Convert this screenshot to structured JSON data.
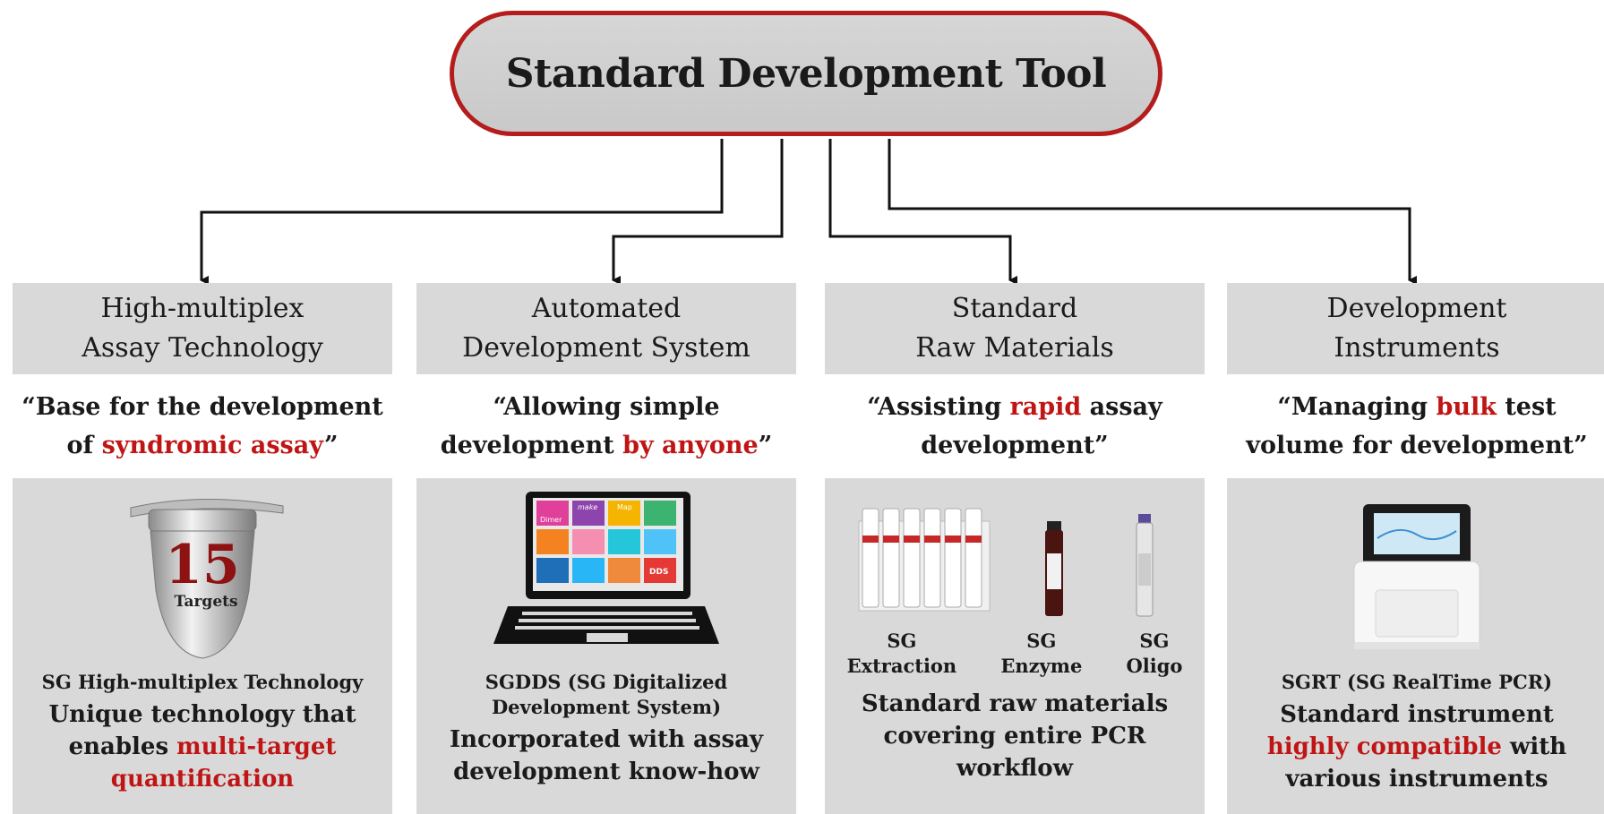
{
  "root": {
    "title": "Standard Development Tool"
  },
  "columns": [
    {
      "header": [
        "High-multiplex",
        "Assay Technology"
      ],
      "quote": {
        "l1a": "“Base for the development",
        "l2a": "of ",
        "l2b": "syndromic assay",
        "l2c": "”"
      },
      "image": {
        "number": "15",
        "caption": "Targets"
      },
      "product": [
        "SG High-multiplex Technology"
      ],
      "desc": {
        "l1": "Unique technology that",
        "l2a": "enables ",
        "l2b": "multi-target",
        "l3": "quantification"
      }
    },
    {
      "header": [
        "Automated",
        "Development System"
      ],
      "quote": {
        "l1a": "“Allowing simple",
        "l2a": "development ",
        "l2b": "by anyone",
        "l2c": "”"
      },
      "image": {
        "apps": [
          "Dimer",
          "make",
          "Map",
          "",
          "",
          "",
          "",
          "",
          "",
          "",
          "",
          "DDS"
        ]
      },
      "product": [
        "SGDDS (SG Digitalized",
        "Development System)"
      ],
      "desc": {
        "l1": "Incorporated with assay",
        "l2": "development know-how"
      }
    },
    {
      "header": [
        "Standard",
        "Raw Materials"
      ],
      "quote": {
        "l1a": "“Assisting ",
        "l1b": "rapid",
        "l1c": " assay",
        "l2": "development”"
      },
      "sublabels": [
        {
          "top": "SG",
          "bottom": "Extraction"
        },
        {
          "top": "SG",
          "bottom": "Enzyme"
        },
        {
          "top": "SG",
          "bottom": "Oligo"
        }
      ],
      "desc": {
        "l1": "Standard raw materials",
        "l2": "covering entire PCR",
        "l3": "workflow"
      }
    },
    {
      "header": [
        "Development",
        "Instruments"
      ],
      "quote": {
        "l1a": "“Managing ",
        "l1b": "bulk",
        "l1c": " test",
        "l2": "volume for development”"
      },
      "product": [
        "SGRT (SG RealTime PCR)"
      ],
      "desc": {
        "l1": "Standard instrument",
        "l2a": "highly compatible",
        "l2b": " with",
        "l3": "various instruments"
      }
    }
  ],
  "colors": {
    "accent": "#c01515",
    "border": "#b51d1d",
    "panel": "#d9d9d9"
  }
}
